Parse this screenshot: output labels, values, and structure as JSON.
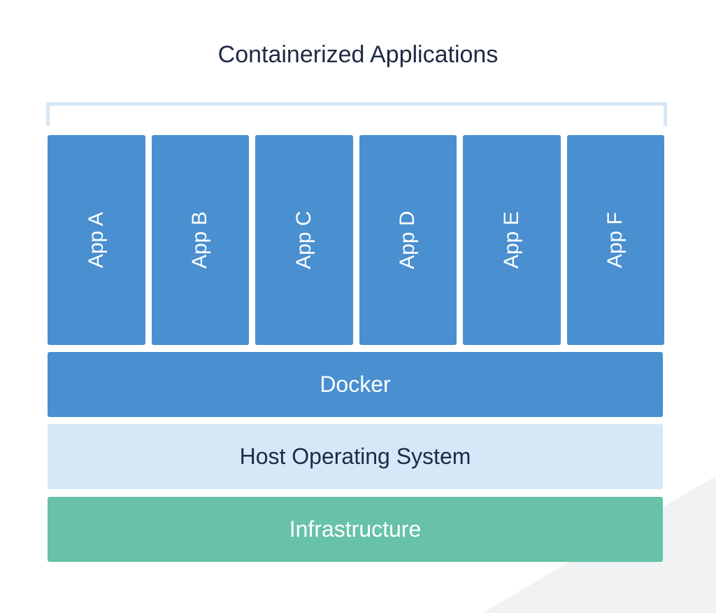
{
  "diagram": {
    "title": "Containerized Applications",
    "apps": [
      {
        "label": "App A"
      },
      {
        "label": "App B"
      },
      {
        "label": "App C"
      },
      {
        "label": "App D"
      },
      {
        "label": "App E"
      },
      {
        "label": "App F"
      }
    ],
    "layers": {
      "docker": "Docker",
      "host": "Host Operating System",
      "infrastructure": "Infrastructure"
    }
  },
  "colors": {
    "app_blue": "#4a8fd0",
    "host_light_blue": "#d6e8f7",
    "infrastructure_green": "#67c2a7",
    "bracket_light_blue": "#d6e6f6",
    "title_dark": "#1f2a44",
    "background_shape_gray": "#f1f2f4"
  }
}
